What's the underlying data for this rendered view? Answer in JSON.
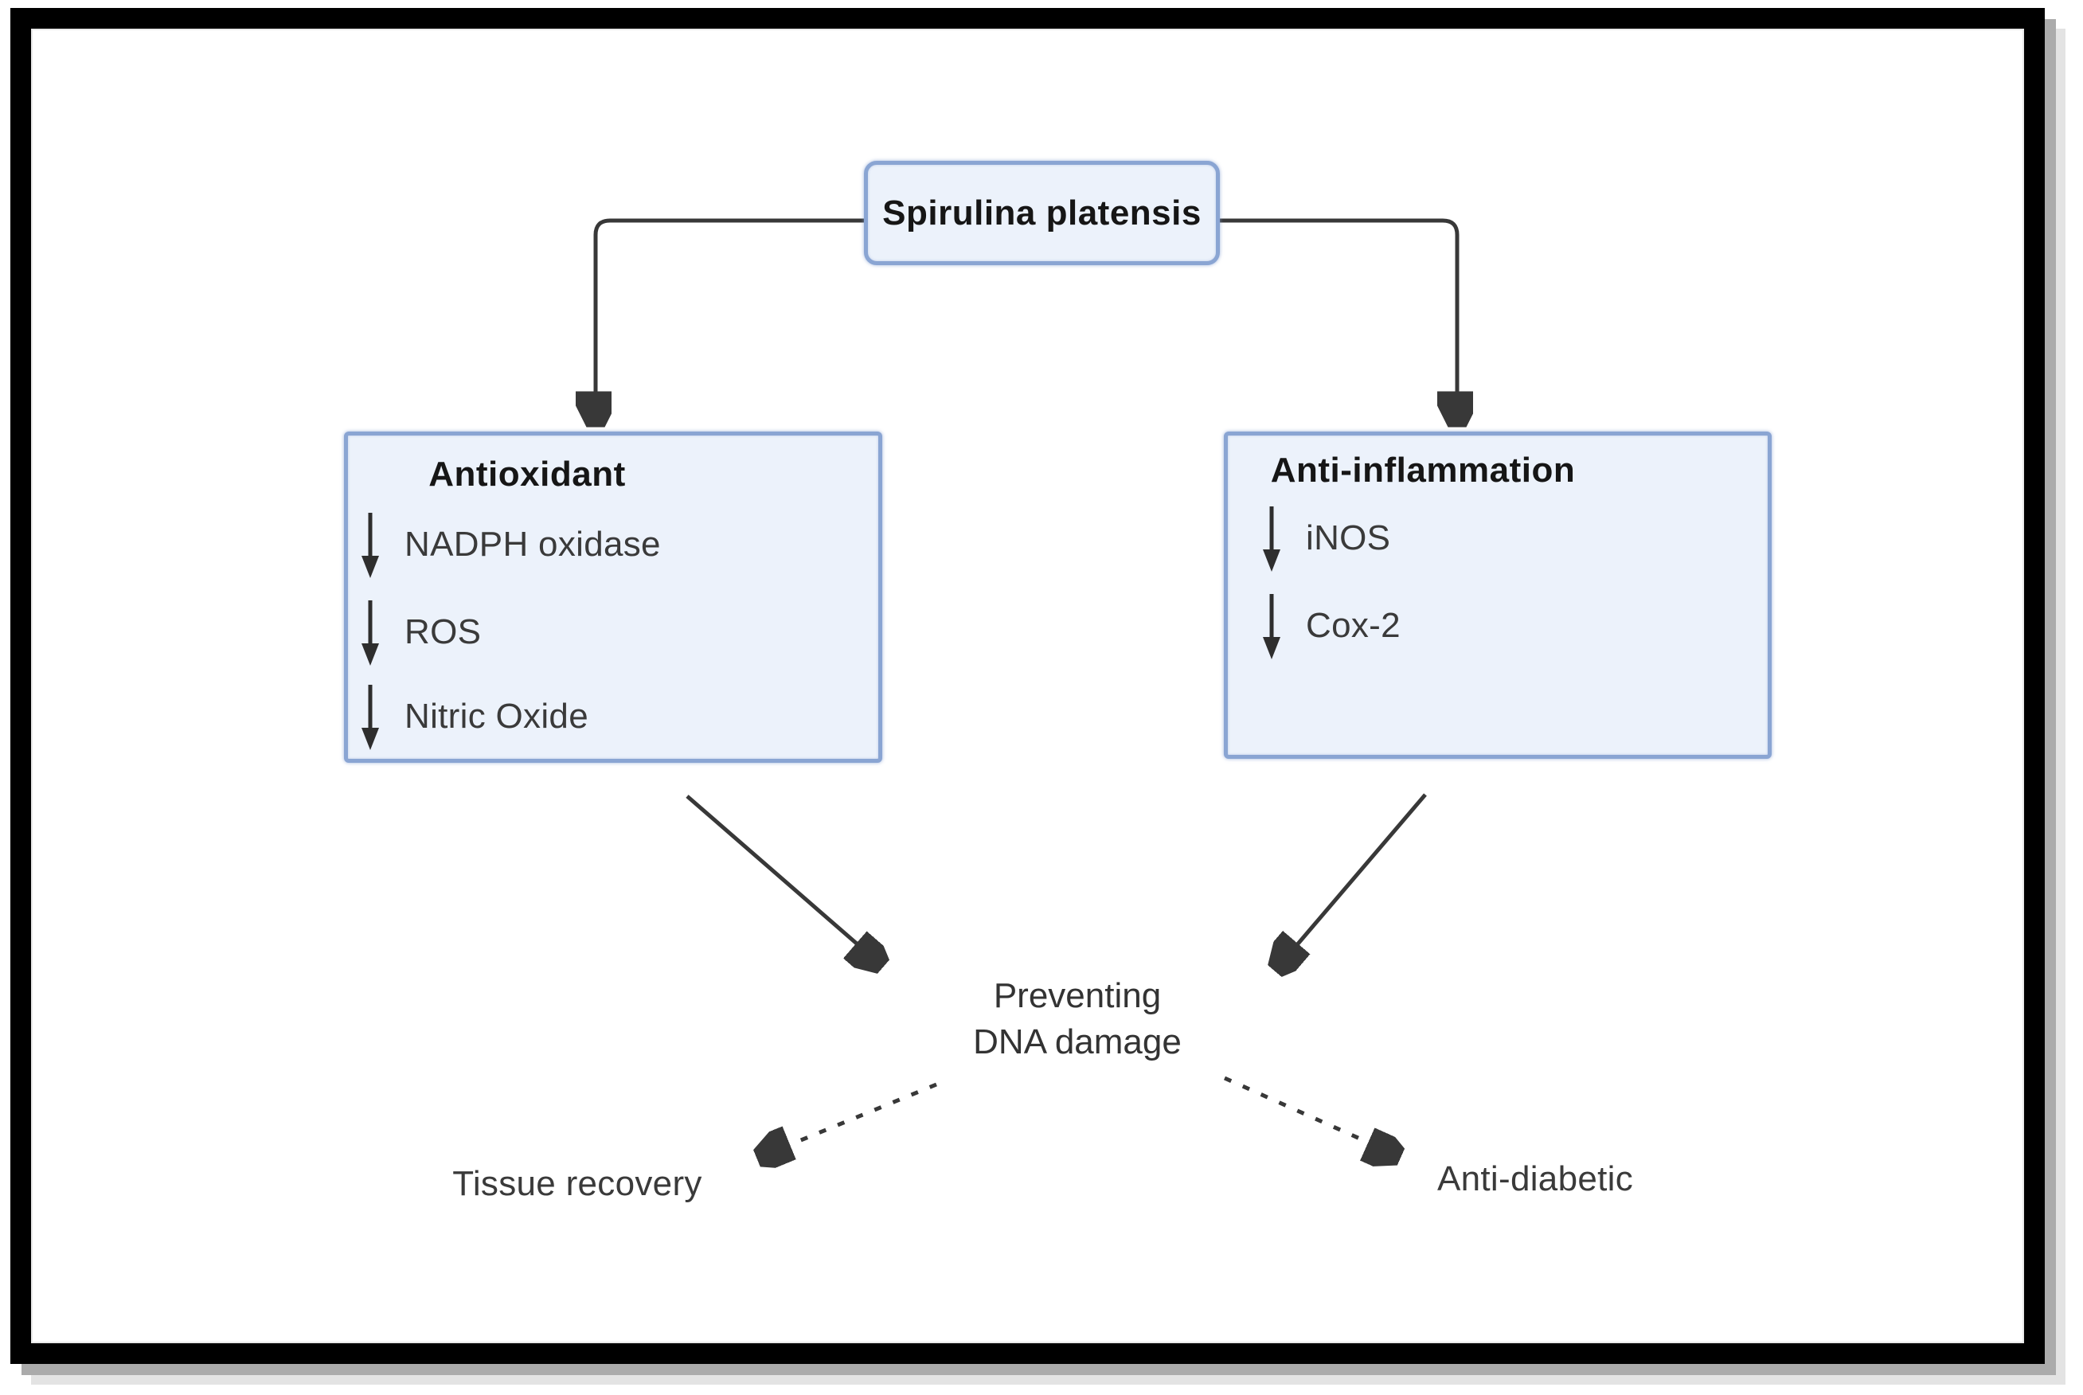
{
  "diagram": {
    "root": {
      "label": "Spirulina platensis"
    },
    "branches": [
      {
        "title": "Antioxidant",
        "items": [
          {
            "icon": "down-arrow",
            "label": "NADPH oxidase"
          },
          {
            "icon": "down-arrow",
            "label": "ROS"
          },
          {
            "icon": "down-arrow",
            "label": "Nitric Oxide"
          }
        ]
      },
      {
        "title": "Anti-inflammation",
        "items": [
          {
            "icon": "down-arrow",
            "label": "iNOS"
          },
          {
            "icon": "down-arrow",
            "label": "Cox-2"
          }
        ]
      }
    ],
    "outcome": {
      "line1": "Preventing",
      "line2": "DNA damage"
    },
    "results": [
      {
        "label": "Tissue recovery"
      },
      {
        "label": "Anti-diabetic"
      }
    ]
  },
  "icons": {
    "down-arrow": "↓ (decrease indicator)",
    "solid-arrow": "solid connector arrow",
    "dashed-arrow": "dashed connector arrow"
  },
  "colors": {
    "box_fill": "#ecf2fb",
    "box_border": "#8aa5d3",
    "line": "#383838",
    "frame": "#000000",
    "text": "#3a3a3a"
  }
}
